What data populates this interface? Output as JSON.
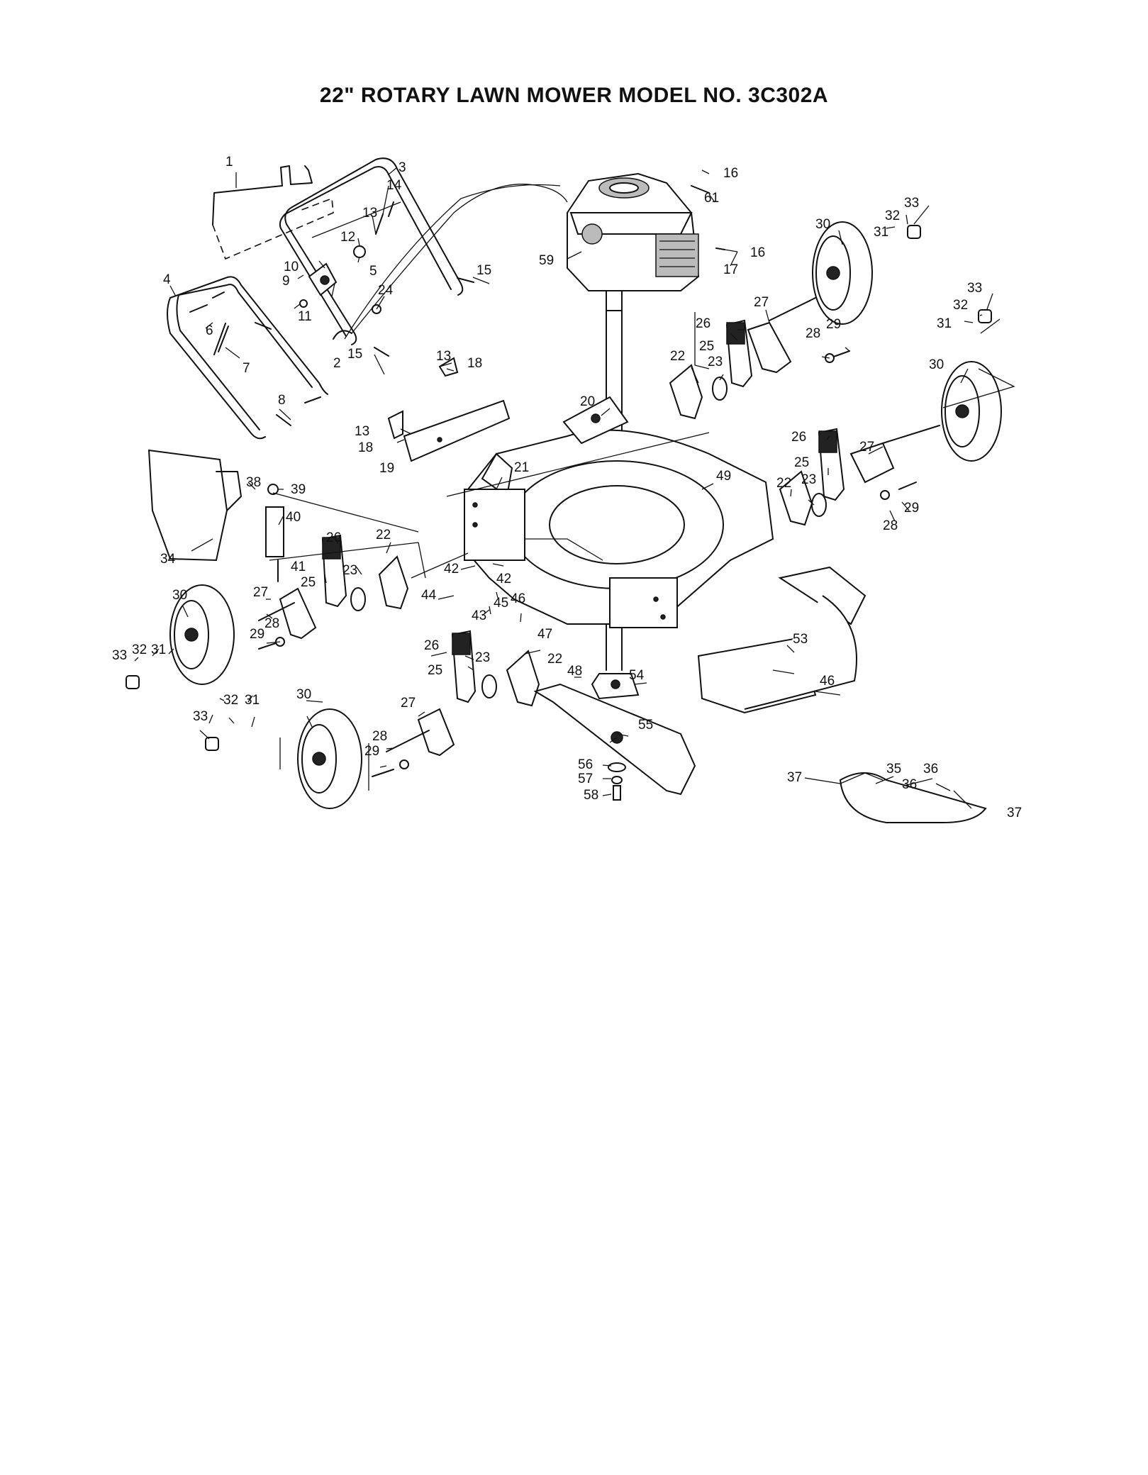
{
  "title": "22\" ROTARY LAWN MOWER MODEL NO.  3C302A",
  "labels": [
    {
      "id": "l1",
      "text": "1"
    },
    {
      "id": "l3",
      "text": "3"
    },
    {
      "id": "l14",
      "text": "14"
    },
    {
      "id": "l13a",
      "text": "13"
    },
    {
      "id": "l12",
      "text": "12"
    },
    {
      "id": "l5",
      "text": "5"
    },
    {
      "id": "l10",
      "text": "10"
    },
    {
      "id": "l9",
      "text": "9"
    },
    {
      "id": "l11",
      "text": "11"
    },
    {
      "id": "l24",
      "text": "24"
    },
    {
      "id": "l4",
      "text": "4"
    },
    {
      "id": "l6",
      "text": "6"
    },
    {
      "id": "l7",
      "text": "7"
    },
    {
      "id": "l2",
      "text": "2"
    },
    {
      "id": "l15a",
      "text": "15"
    },
    {
      "id": "l15b",
      "text": "15"
    },
    {
      "id": "l8",
      "text": "8"
    },
    {
      "id": "l16a",
      "text": "16"
    },
    {
      "id": "l61",
      "text": "61"
    },
    {
      "id": "l59",
      "text": "59"
    },
    {
      "id": "l16b",
      "text": "16"
    },
    {
      "id": "l17",
      "text": "17"
    },
    {
      "id": "l30a",
      "text": "30"
    },
    {
      "id": "l31a",
      "text": "31"
    },
    {
      "id": "l32a",
      "text": "32"
    },
    {
      "id": "l33a",
      "text": "33"
    },
    {
      "id": "l33b",
      "text": "33"
    },
    {
      "id": "l32b",
      "text": "32"
    },
    {
      "id": "l31b",
      "text": "31"
    },
    {
      "id": "l27a",
      "text": "27"
    },
    {
      "id": "l26a",
      "text": "26"
    },
    {
      "id": "l25a",
      "text": "25"
    },
    {
      "id": "l28a",
      "text": "28"
    },
    {
      "id": "l29a",
      "text": "29"
    },
    {
      "id": "l22a",
      "text": "22"
    },
    {
      "id": "l23a",
      "text": "23"
    },
    {
      "id": "l30b",
      "text": "30"
    },
    {
      "id": "l13b",
      "text": "13"
    },
    {
      "id": "l18a",
      "text": "18"
    },
    {
      "id": "l20",
      "text": "20"
    },
    {
      "id": "l13c",
      "text": "13"
    },
    {
      "id": "l18b",
      "text": "18"
    },
    {
      "id": "l19",
      "text": "19"
    },
    {
      "id": "l21",
      "text": "21"
    },
    {
      "id": "l49",
      "text": "49"
    },
    {
      "id": "l26b",
      "text": "26"
    },
    {
      "id": "l27b",
      "text": "27"
    },
    {
      "id": "l25b",
      "text": "25"
    },
    {
      "id": "l22b",
      "text": "22"
    },
    {
      "id": "l23b",
      "text": "23"
    },
    {
      "id": "l29b",
      "text": "29"
    },
    {
      "id": "l28b",
      "text": "28"
    },
    {
      "id": "l38",
      "text": "38"
    },
    {
      "id": "l39",
      "text": "39"
    },
    {
      "id": "l40",
      "text": "40"
    },
    {
      "id": "l34",
      "text": "34"
    },
    {
      "id": "l41",
      "text": "41"
    },
    {
      "id": "l26c",
      "text": "26"
    },
    {
      "id": "l22c",
      "text": "22"
    },
    {
      "id": "l23c",
      "text": "23"
    },
    {
      "id": "l25c",
      "text": "25"
    },
    {
      "id": "l42a",
      "text": "42"
    },
    {
      "id": "l42b",
      "text": "42"
    },
    {
      "id": "l44",
      "text": "44"
    },
    {
      "id": "l45",
      "text": "45"
    },
    {
      "id": "l46a",
      "text": "46"
    },
    {
      "id": "l43",
      "text": "43"
    },
    {
      "id": "l47",
      "text": "47"
    },
    {
      "id": "l30c",
      "text": "30"
    },
    {
      "id": "l27c",
      "text": "27"
    },
    {
      "id": "l28c",
      "text": "28"
    },
    {
      "id": "l29c",
      "text": "29"
    },
    {
      "id": "l33c",
      "text": "33"
    },
    {
      "id": "l32c",
      "text": "32"
    },
    {
      "id": "l31c",
      "text": "31"
    },
    {
      "id": "l26d",
      "text": "26"
    },
    {
      "id": "l23d",
      "text": "23"
    },
    {
      "id": "l25d",
      "text": "25"
    },
    {
      "id": "l22d",
      "text": "22"
    },
    {
      "id": "l48",
      "text": "48"
    },
    {
      "id": "l54",
      "text": "54"
    },
    {
      "id": "l53",
      "text": "53"
    },
    {
      "id": "l46b",
      "text": "46"
    },
    {
      "id": "l30d",
      "text": "30"
    },
    {
      "id": "l32d",
      "text": "32"
    },
    {
      "id": "l31d",
      "text": "31"
    },
    {
      "id": "l33d",
      "text": "33"
    },
    {
      "id": "l27d",
      "text": "27"
    },
    {
      "id": "l28d",
      "text": "28"
    },
    {
      "id": "l29d",
      "text": "29"
    },
    {
      "id": "l55",
      "text": "55"
    },
    {
      "id": "l56",
      "text": "56"
    },
    {
      "id": "l57",
      "text": "57"
    },
    {
      "id": "l58",
      "text": "58"
    },
    {
      "id": "l37a",
      "text": "37"
    },
    {
      "id": "l36a",
      "text": "36"
    },
    {
      "id": "l35",
      "text": "35"
    },
    {
      "id": "l36b",
      "text": "36"
    },
    {
      "id": "l37b",
      "text": "37"
    }
  ]
}
